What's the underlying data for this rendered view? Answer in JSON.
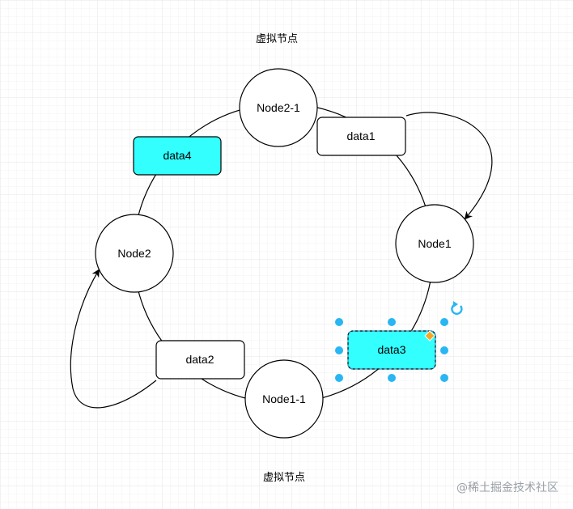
{
  "diagram": {
    "title_top": "虚拟节点",
    "title_bottom": "虚拟节点",
    "nodes": {
      "node1": "Node1",
      "node2": "Node2",
      "node1_1": "Node1-1",
      "node2_1": "Node2-1"
    },
    "data_boxes": {
      "data1": "data1",
      "data2": "data2",
      "data3": "data3",
      "data4": "data4"
    },
    "colors": {
      "highlight_fill": "#33ffff",
      "selection_handle": "#29b6f2",
      "rotate_handle": "#29b6f2",
      "resize_diamond": "#f5a623",
      "grid": "#eeeeee"
    },
    "watermark": "@稀土掘金技术社区"
  }
}
